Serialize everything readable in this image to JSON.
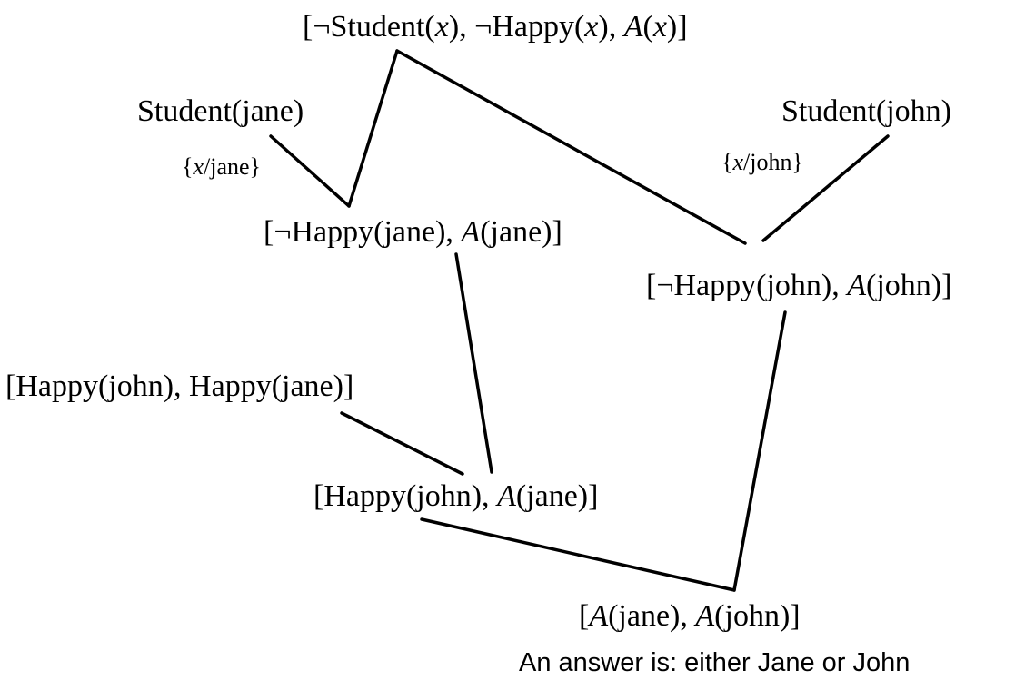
{
  "clauses": {
    "root": {
      "parts": [
        "[¬Student(",
        "x",
        "), ¬Happy(",
        "x",
        "), ",
        "A",
        "(",
        "x",
        ")]"
      ]
    },
    "student_jane": {
      "text": "Student(jane)"
    },
    "student_john": {
      "text": "Student(john)"
    },
    "not_happy_jane": {
      "parts": [
        "[¬Happy(jane), ",
        "A",
        "(jane)]"
      ]
    },
    "not_happy_john": {
      "parts": [
        "[¬Happy(john), ",
        "A",
        "(john)]"
      ]
    },
    "happy_john_or_jane": {
      "text": "[Happy(john), Happy(jane)]"
    },
    "happy_john_a_jane": {
      "parts": [
        "[Happy(john), ",
        "A",
        "(jane)]"
      ]
    },
    "result": {
      "parts": [
        "[",
        "A",
        "(jane), ",
        "A",
        "(john)]"
      ]
    }
  },
  "substitutions": {
    "jane": {
      "parts": [
        "{",
        "x",
        "/jane}"
      ]
    },
    "john": {
      "parts": [
        "{",
        "x",
        "/john}"
      ]
    }
  },
  "answer": "An answer is:  either Jane or John",
  "colors": {
    "ink": "#000000",
    "background": "#ffffff"
  }
}
